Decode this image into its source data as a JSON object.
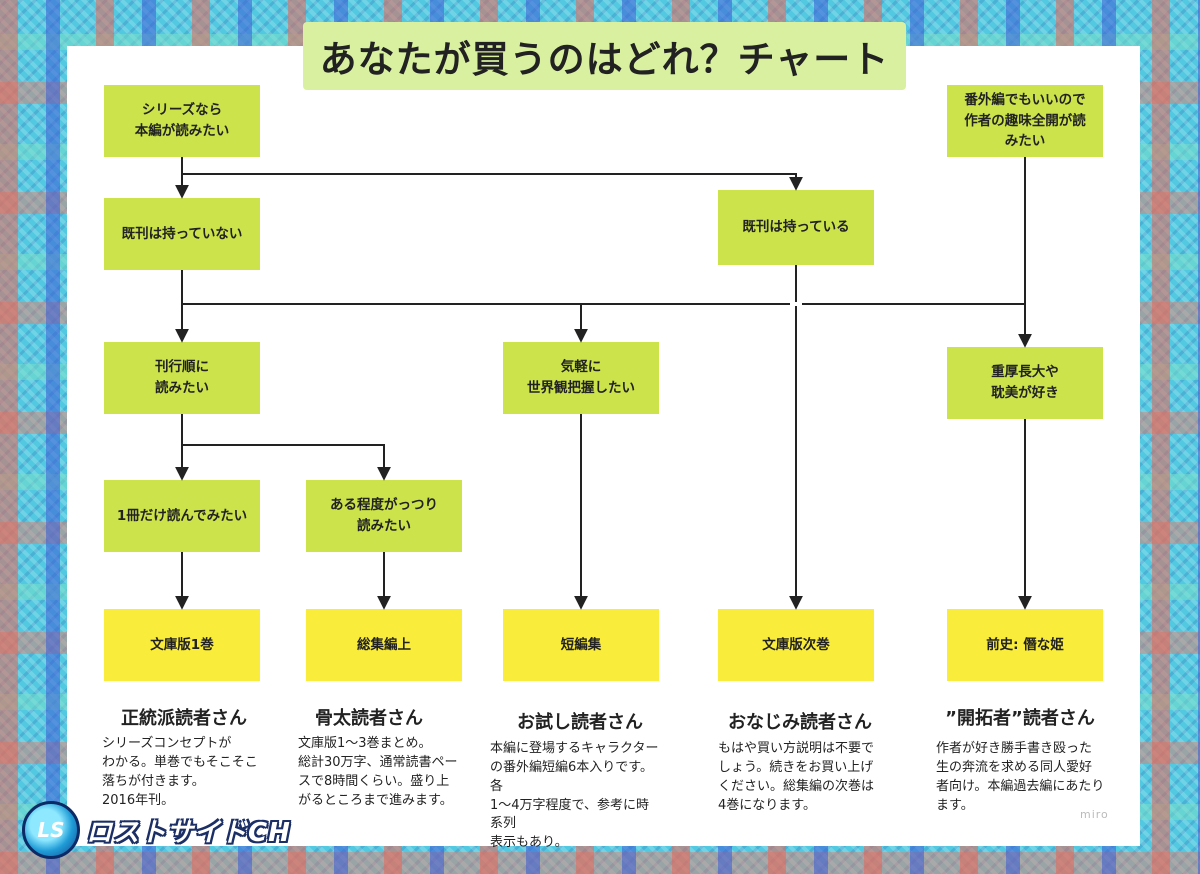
{
  "title": "あなたが買うのはどれ？チャート",
  "questions": {
    "start_main": "シリーズなら\n本編が読みたい",
    "start_side": "番外編でもいいので\n作者の趣味全開が読\nみたい",
    "no_backlist": "既刊は持っていない",
    "has_backlist": "既刊は持っている",
    "in_order": "刊行順に\n読みたい",
    "casual": "気軽に\n世界観把握したい",
    "heavy": "重厚長大や\n耽美が好き",
    "one_book": "1冊だけ読んでみたい",
    "solid": "ある程度がっつり\n読みたい"
  },
  "results": [
    {
      "book": "文庫版1巻",
      "type": "正統派読者さん",
      "desc": "シリーズコンセプトが\nわかる。単巻でもそこそこ\n落ちが付きます。\n2016年刊。"
    },
    {
      "book": "総集編上",
      "type": "骨太読者さん",
      "desc": "文庫版1〜3巻まとめ。\n総計30万字、通常読書ペー\nスで8時間くらい。盛り上\nがるところまで進みます。"
    },
    {
      "book": "短編集",
      "type": "お試し読者さん",
      "desc": "本編に登場するキャラクター\nの番外編短編6本入りです。各\n1〜4万字程度で、参考に時系列\n表示もあり。"
    },
    {
      "book": "文庫版次巻",
      "type": "おなじみ読者さん",
      "desc": "もはや買い方説明は不要で\nしょう。続きをお買い上げ\nください。総集編の次巻は\n4巻になります。"
    },
    {
      "book": "前史: 僭な姫",
      "type": "”開拓者”読者さん",
      "desc": "作者が好き勝手書き殴った\n生の奔流を求める同人愛好\n者向け。本編過去編にあたり\nます。"
    }
  ],
  "watermark": "miro",
  "logo": {
    "badge": "LS",
    "text": "ロストサイドCH"
  },
  "colors": {
    "question": "#cde34b",
    "result": "#f9ec3a",
    "title_bg": "#d9f0a0",
    "line": "#222222"
  }
}
